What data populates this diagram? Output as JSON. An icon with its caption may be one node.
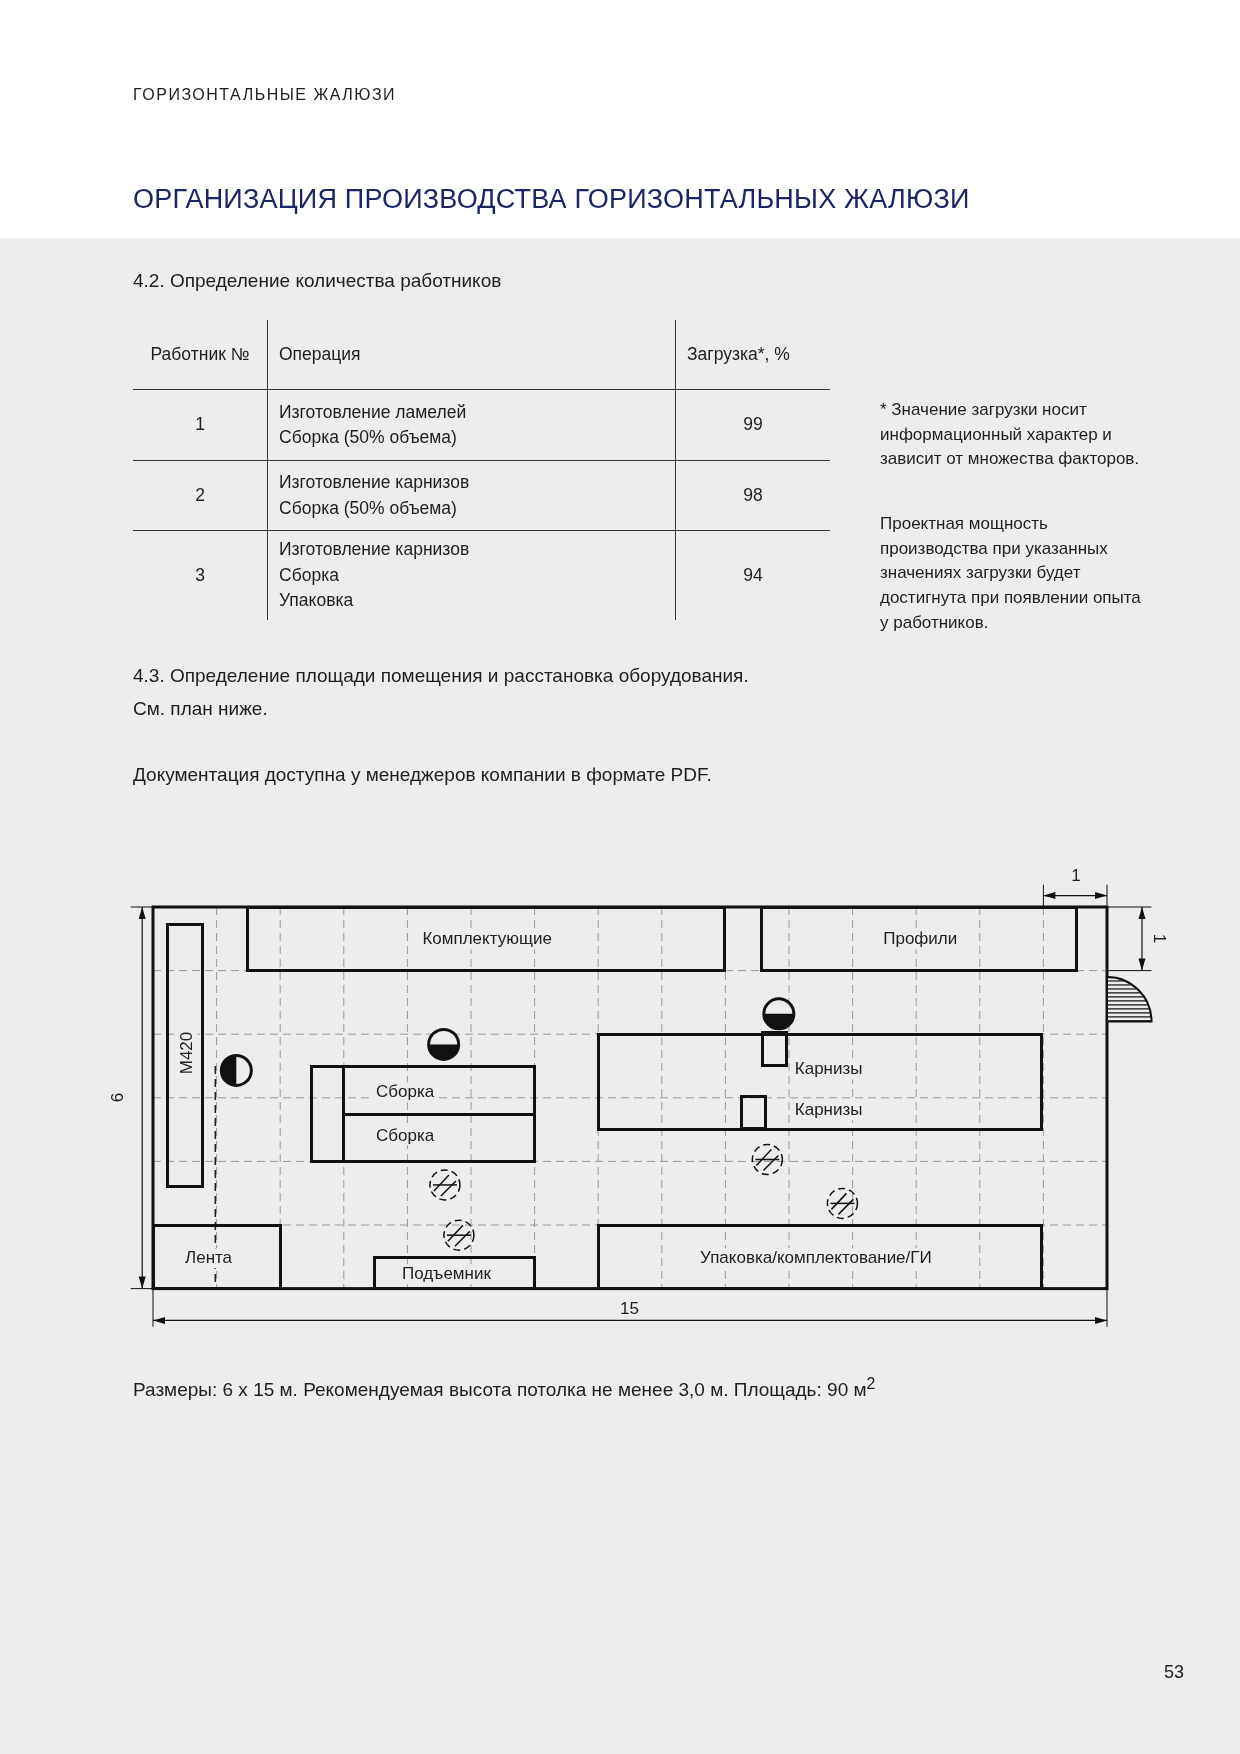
{
  "diagram": {
    "title": "ОРГАНИЗАЦИЯ ПРОИЗВОДСТВА ГОРИЗОНТАЛЬНЫХ ЖАЛЮЗИ",
    "nodes": [
      {
        "text": [
          "M420"
        ]
      },
      {
        "text": [
          "Комплектующие"
        ]
      },
      {
        "text": [
          "Профили"
        ]
      },
      {
        "text": [],
        "shape": "box"
      },
      {
        "text": [
          "Сборка"
        ]
      },
      {
        "text": [
          "Сборка"
        ]
      },
      {
        "text": [
          "Карнизы",
          "Карнизы"
        ]
      },
      {
        "text": [],
        "shape": "box",
        "in": 6
      },
      {
        "text": [],
        "shape": "box",
        "in": 6
      },
      {
        "text": [
          "Лента"
        ]
      },
      {
        "text": [
          "Подъемник"
        ]
      },
      {
        "text": [
          "Упаковка/комплектование/ГИ"
        ]
      }
    ],
    "labels": [
      "ГОРИЗОНТАЛЬНЫЕ ЖАЛЮЗИ",
      "4.2. Определение количества работников",
      "Работник №",
      "Операция",
      "Загрузка*, %",
      "1",
      "Изготовление ламелей",
      "Сборка (50% объема)",
      "99",
      "2",
      "Изготовление карнизов",
      "Сборка (50% объема)",
      "98",
      "3",
      "Изготовление карнизов",
      "Сборка",
      "Упаковка",
      "94",
      "* Значение загрузки носит информационный характер и зависит от множества факторов.",
      "Проектная мощность производства при указанных значениях загрузки будет достигнута при появлении опыта у работников.",
      "4.3. Определение площади помещения и расстановка оборудования.",
      "См. план ниже.",
      "Документация доступна у менеджеров компании в формате PDF.",
      "1",
      "1",
      "6",
      "15",
      "Размеры: 6 х 15 м. Рекомендуемая высота потолка не менее 3,0 м. Площадь: 90 м$^{2}$",
      "53"
    ]
  }
}
